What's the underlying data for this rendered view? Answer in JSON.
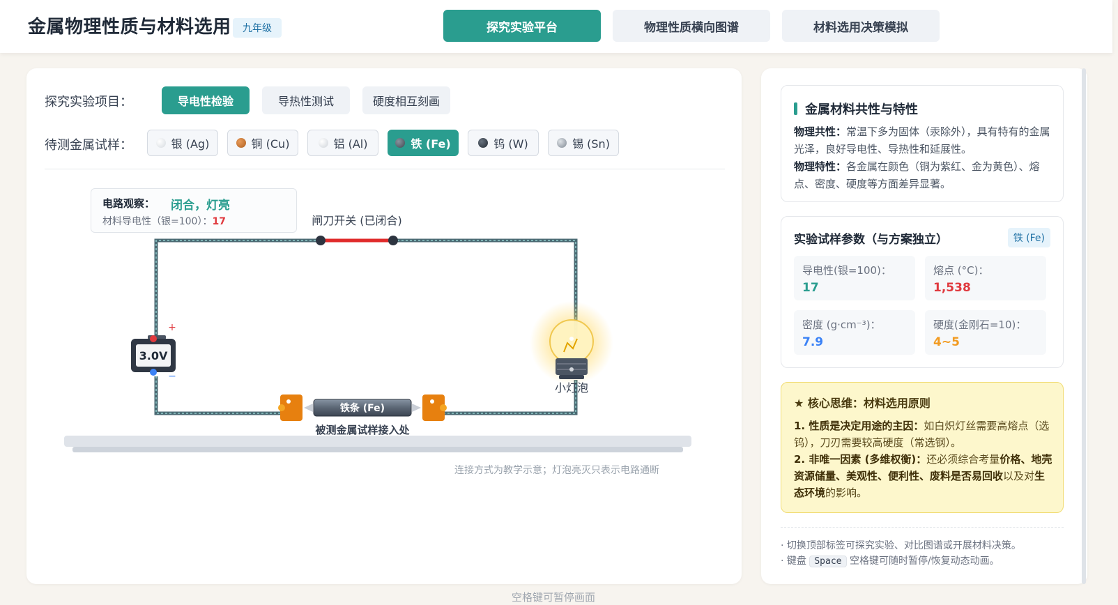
{
  "header": {
    "title": "金属物理性质与材料选用",
    "grade": "九年级",
    "tabs": [
      {
        "label": "探究实验平台",
        "active": true
      },
      {
        "label": "物理性质横向图谱",
        "active": false
      },
      {
        "label": "材料选用决策模拟",
        "active": false
      }
    ]
  },
  "experiment": {
    "project_label": "探究实验项目：",
    "projects": [
      {
        "label": "导电性检验",
        "active": true
      },
      {
        "label": "导热性测试",
        "active": false
      },
      {
        "label": "硬度相互刻画",
        "active": false
      }
    ],
    "sample_label": "待测金属试样：",
    "samples": [
      {
        "label": "银 (Ag)",
        "color": "#e9ecef",
        "active": false
      },
      {
        "label": "铜 (Cu)",
        "color": "#c8732f",
        "active": false
      },
      {
        "label": "铝 (Al)",
        "color": "#e2e6ea",
        "active": false
      },
      {
        "label": "铁 (Fe)",
        "color": "#5a6470",
        "active": true
      },
      {
        "label": "钨 (W)",
        "color": "#3a4350",
        "active": false
      },
      {
        "label": "锡 (Sn)",
        "color": "#9aa3ad",
        "active": false
      }
    ]
  },
  "observation": {
    "title": "电路观察：",
    "state": "闭合，灯亮",
    "conductivity_label": "材料导电性（银=100）：",
    "conductivity_value": "17"
  },
  "circuit": {
    "switch_label": "闸刀开关 (已闭合)",
    "battery_voltage": "3.0V",
    "plus": "+",
    "minus": "−",
    "bulb_label": "小灯泡",
    "sample_label": "铁条 (Fe)",
    "slot_label": "被测金属试样接入处",
    "note": "连接方式为教学示意；灯泡亮灭只表示电路通断"
  },
  "footer_hint": "空格键可暂停画面",
  "sidebar": {
    "properties": {
      "title": "金属材料共性与特性",
      "common_label": "物理共性：",
      "common_text": "常温下多为固体（汞除外），具有特有的金属光泽，良好导电性、导热性和延展性。",
      "special_label": "物理特性：",
      "special_text": "各金属在颜色（铜为紫红、金为黄色）、熔点、密度、硬度等方面差异显著。"
    },
    "sample_params": {
      "title": "实验试样参数（与方案独立）",
      "badge": "铁 (Fe)",
      "stats": [
        {
          "label": "导电性(银=100)：",
          "value": "17",
          "color": "#2a9d8f"
        },
        {
          "label": "熔点 (°C)：",
          "value": "1,538",
          "color": "#e0393e"
        },
        {
          "label": "密度 (g·cm⁻³)：",
          "value": "7.9",
          "color": "#3b82f6"
        },
        {
          "label": "硬度(金刚石=10)：",
          "value": "4~5",
          "color": "#f29b21"
        }
      ]
    },
    "principle": {
      "title": "★ 核心思维：材料选用原则",
      "p1_bold": "1. 性质是决定用途的主因：",
      "p1_text": "如白炽灯丝需要高熔点（选钨），刀刃需要较高硬度（常选钢）。",
      "p2_bold": "2. 非唯一因素 (多维权衡)：",
      "p2_text_a": "还必须综合考量",
      "p2_b1": "价格、地壳资源储量、美观性、便利性、废料是否易回收",
      "p2_text_b": "以及对",
      "p2_b2": "生态环境",
      "p2_text_c": "的影响。"
    },
    "tips": {
      "line1": "· 切换顶部标签可探究实验、对比图谱或开展材料决策。",
      "line2_a": "· 键盘",
      "line2_key": "Space",
      "line2_b": "空格键可随时暂停/恢复动态动画。"
    }
  }
}
